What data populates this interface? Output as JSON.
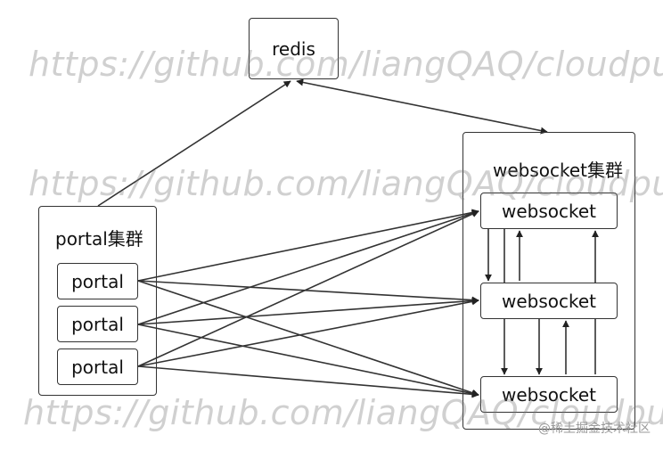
{
  "redis": {
    "label": "redis"
  },
  "portal_group": {
    "label": "portal集群",
    "nodes": [
      "portal",
      "portal",
      "portal"
    ]
  },
  "websocket_group": {
    "label": "websocket集群",
    "nodes": [
      "websocket",
      "websocket",
      "websocket"
    ]
  },
  "watermark": {
    "text": "https://github.com/liangQAQ/cloudpush"
  },
  "footer": {
    "text": "@稀土掘金技术社区"
  },
  "colors": {
    "stroke": "#333333",
    "watermark": "#8a8a8a"
  }
}
